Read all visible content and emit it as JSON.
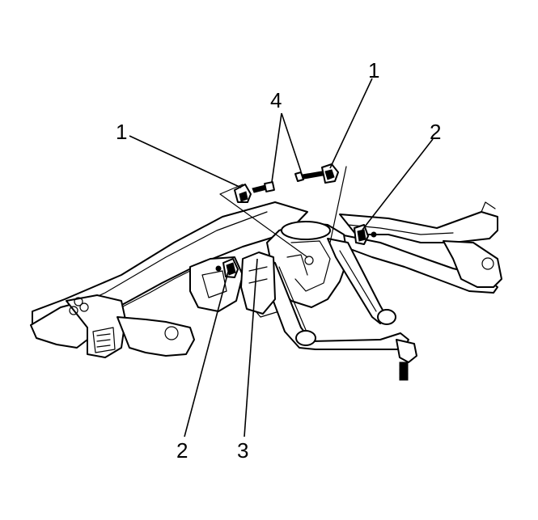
{
  "callouts": {
    "c1_left": "1",
    "c1_right": "1",
    "c2_right": "2",
    "c2_bottom": "2",
    "c3": "3",
    "c4": "4"
  }
}
